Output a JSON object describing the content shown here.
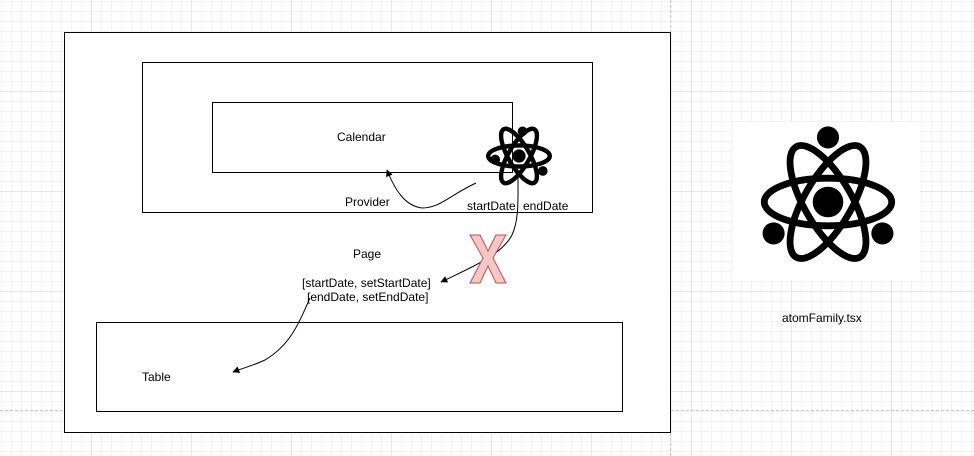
{
  "diagram": {
    "page_label": "Page",
    "provider_label": "Provider",
    "calendar_label": "Calendar",
    "table_label": "Table",
    "start_date_label": "startDate",
    "end_date_label": "endDate",
    "state_line_1": "[startDate, setStartDate]",
    "state_line_2": "[endDate, setEndDate]",
    "side_caption": "atomFamily.tsx"
  },
  "icons": [
    "atom-icon",
    "cross-mark-icon",
    "arrow-icon"
  ],
  "colors": {
    "stroke": "#000000",
    "cross_fill": "#f4c7c3",
    "cross_stroke": "#c0504d"
  }
}
